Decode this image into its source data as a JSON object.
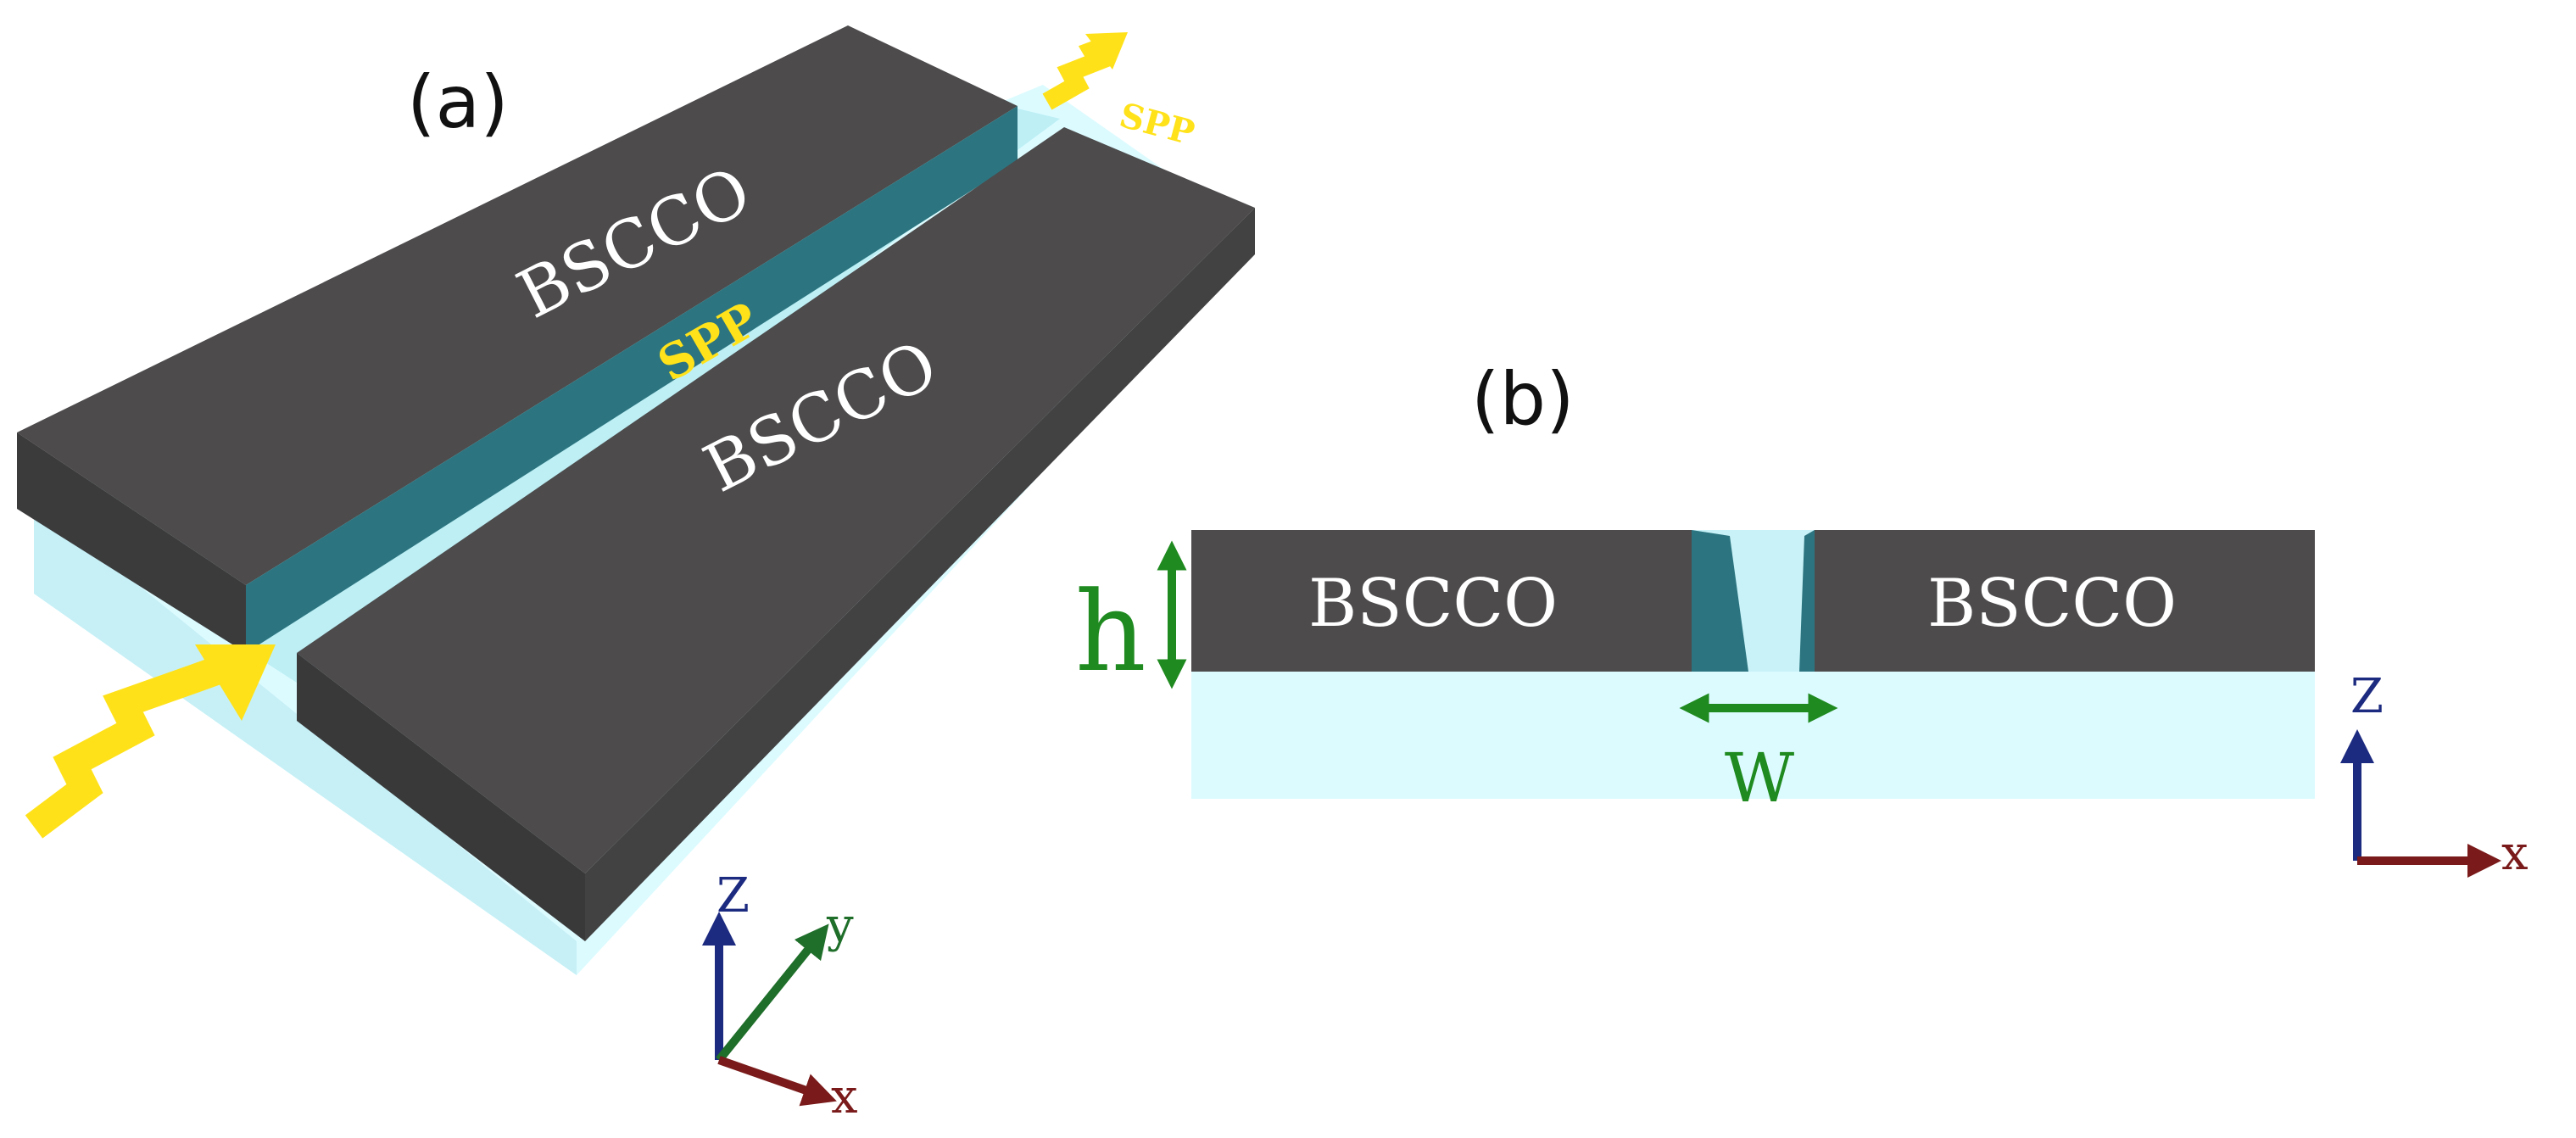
{
  "panel_a": {
    "label": "(a)",
    "slab_left_label": "BSCCO",
    "slab_right_label": "BSCCO",
    "channel_label": "SPP",
    "output_label": "SPP",
    "axes": {
      "z": "Z",
      "y": "y",
      "x": "x"
    }
  },
  "panel_b": {
    "label": "(b)",
    "slab_left_label": "BSCCO",
    "slab_right_label": "BSCCO",
    "height_label": "h",
    "width_label": "W",
    "axes": {
      "z": "Z",
      "x": "x"
    }
  },
  "colors": {
    "slab": "#4d4b4c",
    "slab_side": "#3a393a",
    "substrate": "#dcfbff",
    "channel": "#2c7580",
    "arrow": "#ffe11a",
    "dimension": "#1f8a1f",
    "axis_z": "#1c2a80",
    "axis_y": "#1f6e2a",
    "axis_x": "#7a1a1a"
  }
}
